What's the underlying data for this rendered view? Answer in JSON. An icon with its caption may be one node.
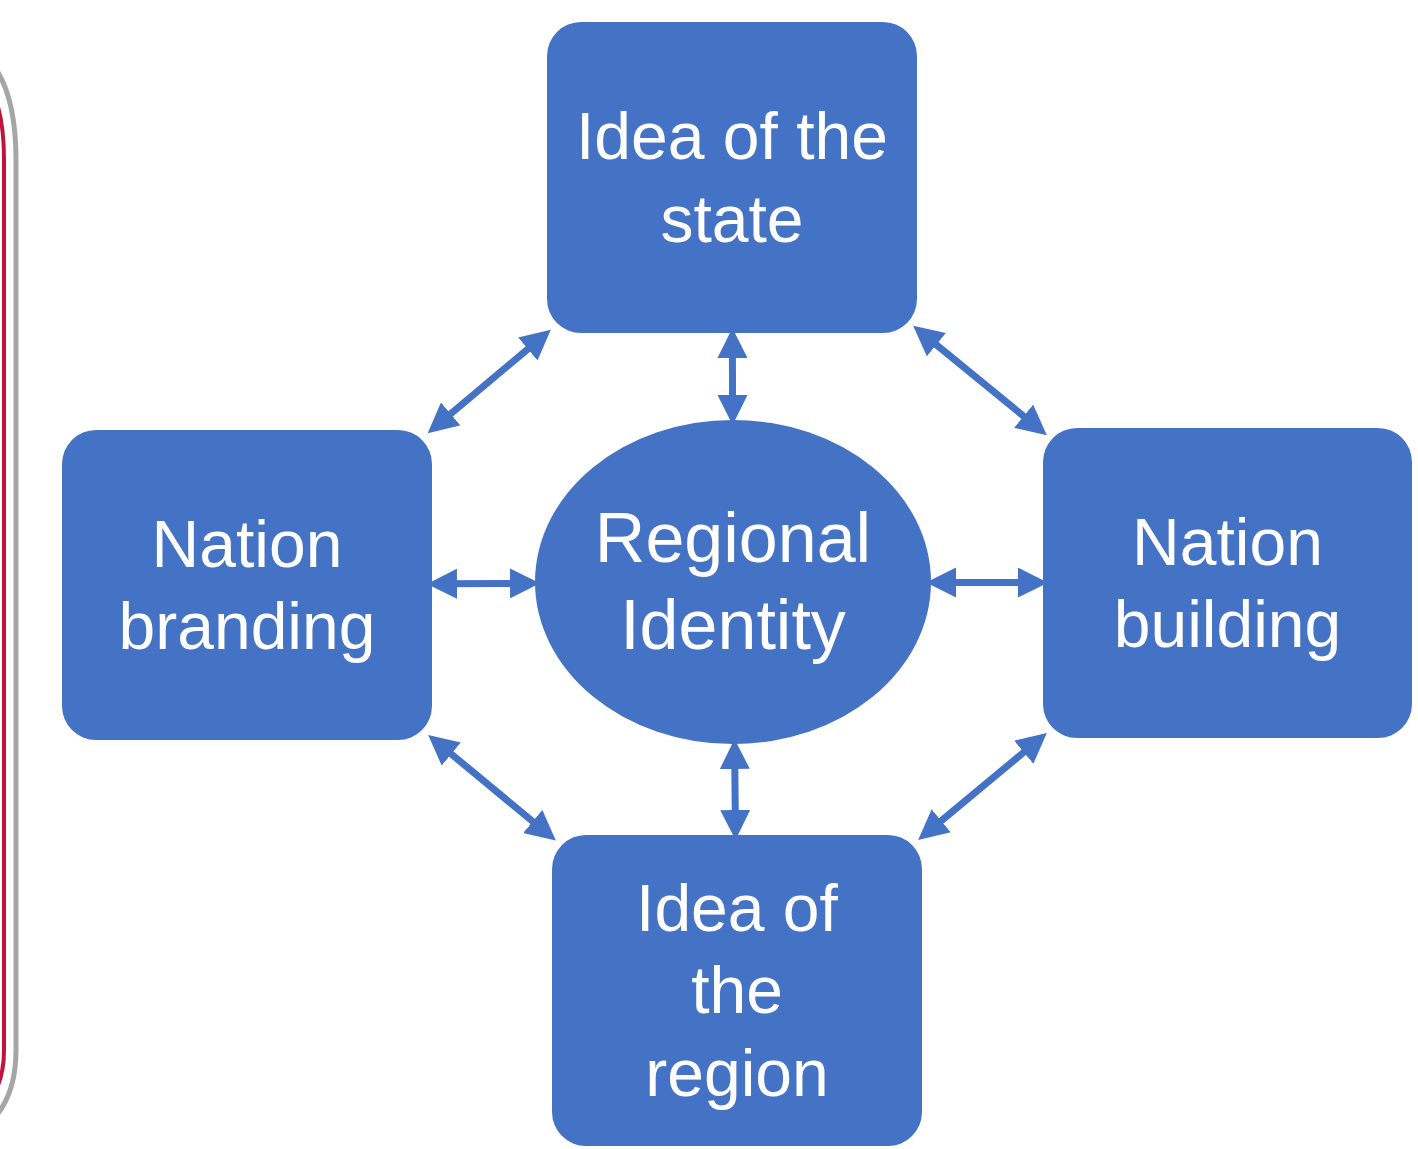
{
  "diagram": {
    "nodes": [
      {
        "text": [
          "Idea of the state"
        ]
      },
      {
        "text": [
          "Nation branding"
        ]
      },
      {
        "text": [
          "Regional Identity"
        ]
      },
      {
        "text": [
          "Nation building"
        ]
      },
      {
        "text": [
          "Idea of the region"
        ]
      }
    ],
    "edges": [
      {
        "from": 0,
        "to": 1,
        "arrow": "both"
      },
      {
        "from": 0,
        "to": 2,
        "arrow": "both"
      },
      {
        "from": 0,
        "to": 3,
        "arrow": "both"
      },
      {
        "from": 1,
        "to": 2,
        "arrow": "both"
      },
      {
        "from": 2,
        "to": 3,
        "arrow": "both"
      },
      {
        "from": 1,
        "to": 4,
        "arrow": "both"
      },
      {
        "from": 2,
        "to": 4,
        "arrow": "both"
      },
      {
        "from": 3,
        "to": 4,
        "arrow": "both"
      }
    ]
  }
}
